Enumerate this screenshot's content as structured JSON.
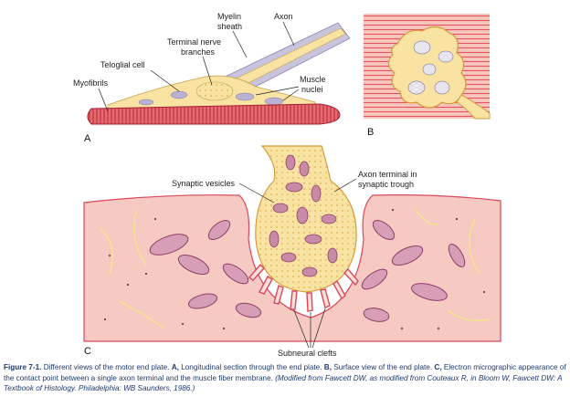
{
  "labels": {
    "myelin_sheath_1": "Myelin",
    "myelin_sheath_2": "sheath",
    "axon": "Axon",
    "terminal_nerve_1": "Terminal nerve",
    "terminal_nerve_2": "branches",
    "teloglial_cell": "Teloglial cell",
    "myofibrils": "Myofibrils",
    "muscle_nuclei_1": "Muscle",
    "muscle_nuclei_2": "nuclei",
    "synaptic_vesicles": "Synaptic vesicles",
    "axon_terminal_1": "Axon terminal in",
    "axon_terminal_2": "synaptic trough",
    "subneural_clefts": "Subneural clefts"
  },
  "panels": {
    "a": "A",
    "b": "B",
    "c": "C"
  },
  "caption": {
    "figure": "Figure 7-1.",
    "text1": "Different views of the motor end plate.",
    "a_bold": "A,",
    "a_text": "Longitudinal section through the end plate.",
    "b_bold": "B,",
    "b_text": "Surface view of the end plate.",
    "c_bold": "C,",
    "c_text": "Electron micrographic appearance of the contact point between a single axon terminal and the muscle fiber membrane.",
    "credit": "(Modified from Fawcett DW, as modified from Couteaux R, in Bloom W, Fawcett DW: A Textbook of Histology. Philadelphia: WB Saunders, 1986.)"
  },
  "colors": {
    "muscle": "#f4b8ae",
    "muscle_dark": "#d9485a",
    "axon": "#f9e3a3",
    "myelin": "#c9c3dc",
    "mitochondria": "#c98aa8",
    "caption": "#1e3a6e"
  }
}
